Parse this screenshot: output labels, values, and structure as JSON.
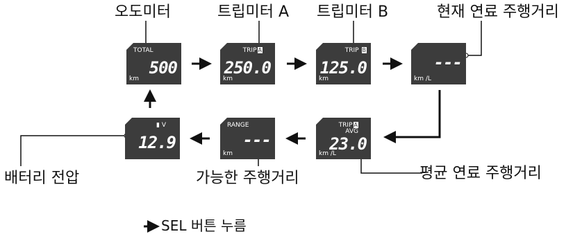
{
  "labels": {
    "odometer": "오도미터",
    "trip_a": "트립미터 A",
    "trip_b": "트립미터 B",
    "current_fuel": "현재 연료 주행거리",
    "battery": "배터리 전압",
    "range": "가능한 주행거리",
    "avg_fuel": "평균 연료 주행거리",
    "legend": "SEL 버튼 누름"
  },
  "panels": {
    "odometer": {
      "title": "TOTAL",
      "value": "500",
      "unit": "km"
    },
    "trip_a": {
      "title": "TRIP",
      "tag": "A",
      "value": "250.0",
      "unit": "km"
    },
    "trip_b": {
      "title": "TRIP",
      "tag": "B",
      "value": "125.0",
      "unit": "km"
    },
    "current": {
      "value": "---",
      "unit": "km /L"
    },
    "battery": {
      "title": "V",
      "value": "12.9"
    },
    "range": {
      "title": "RANGE",
      "value": "---",
      "unit": "km"
    },
    "avg": {
      "title": "TRIP",
      "tag": "A",
      "subtitle": "AVG",
      "value": "23.0",
      "unit": "km /L"
    }
  }
}
